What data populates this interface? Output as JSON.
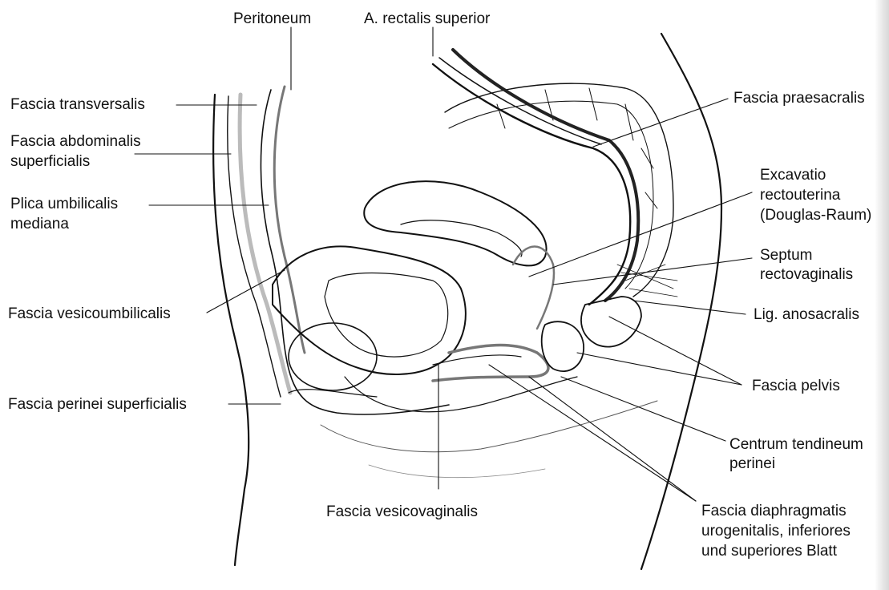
{
  "labels": {
    "peritoneum": "Peritoneum",
    "a_rectalis_superior": "A. rectalis superior",
    "fascia_transversalis": "Fascia transversalis",
    "fascia_abdominalis_1": "Fascia abdominalis",
    "fascia_abdominalis_2": "superficialis",
    "plica_umbilicalis_1": "Plica umbilicalis",
    "plica_umbilicalis_2": "mediana",
    "fascia_vesicoumbilicalis": "Fascia vesicoumbilicalis",
    "fascia_perinei_superficialis": "Fascia perinei superficialis",
    "fascia_vesicovaginalis": "Fascia vesicovaginalis",
    "fascia_praesacralis": "Fascia praesacralis",
    "excavatio_1": "Excavatio",
    "excavatio_2": "rectouterina",
    "excavatio_3": "(Douglas-Raum)",
    "septum_1": "Septum",
    "septum_2": "rectovaginalis",
    "lig_anosacralis": "Lig. anosacralis",
    "fascia_pelvis": "Fascia pelvis",
    "centrum_1": "Centrum tendineum",
    "centrum_2": "perinei",
    "diaphragmatis_1": "Fascia diaphragmatis",
    "diaphragmatis_2": "urogenitalis, inferiores",
    "diaphragmatis_3": "und superiores Blatt"
  }
}
